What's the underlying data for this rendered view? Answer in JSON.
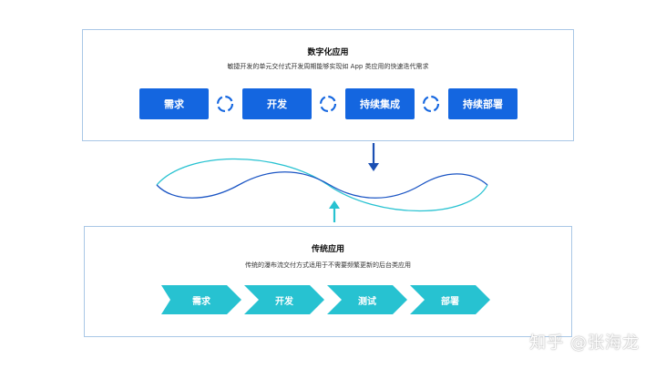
{
  "digital": {
    "title": "数字化应用",
    "subtitle": "敏捷开发的单元交付式开发周期能够实现如 App 类应用的快速迭代需求",
    "steps": [
      "需求",
      "开发",
      "持续集成",
      "持续部署"
    ]
  },
  "traditional": {
    "title": "传统应用",
    "subtitle": "传统的瀑布流交付方式适用于不需要频繁更新的后台类应用",
    "steps": [
      "需求",
      "开发",
      "测试",
      "部署"
    ]
  },
  "watermark": "知乎 @张海龙",
  "colors": {
    "blue": "#1466e0",
    "cyan": "#27c2d1",
    "panel_border": "#a9c7e6"
  },
  "icons": [
    "cycle-icon",
    "arrow-down-icon",
    "arrow-up-icon"
  ]
}
